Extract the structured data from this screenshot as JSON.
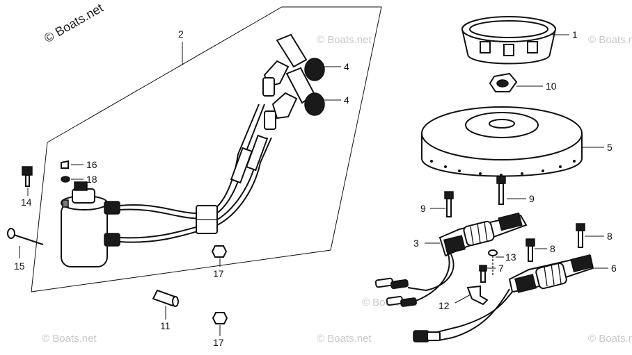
{
  "watermarks": {
    "main": "© Boats.net",
    "repeated": "© Boats.net"
  },
  "callouts": {
    "c1": "1",
    "c2": "2",
    "c3": "3",
    "c4a": "4",
    "c4b": "4",
    "c5": "5",
    "c6": "6",
    "c7": "7",
    "c8a": "8",
    "c8b": "8",
    "c9a": "9",
    "c9b": "9",
    "c10": "10",
    "c11": "11",
    "c12": "12",
    "c13": "13",
    "c14": "14",
    "c15": "15",
    "c16": "16",
    "c17a": "17",
    "c17b": "17",
    "c18": "18"
  }
}
